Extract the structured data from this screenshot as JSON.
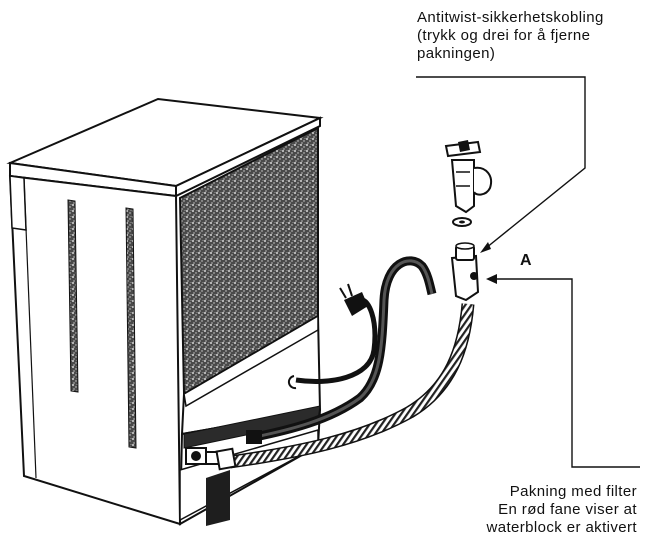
{
  "labels": {
    "coupling": {
      "lines": [
        "Antitwist-sikkerhetskobling",
        "(trykk og drei for å fjerne",
        "pakningen)"
      ]
    },
    "filter": {
      "lines": [
        "Pakning med filter",
        "En rød fane viser at",
        "waterblock er aktivert"
      ]
    },
    "callout": "A"
  },
  "colors": {
    "ink": "#111111",
    "paper": "#ffffff",
    "texture": "#3a3a3a"
  }
}
